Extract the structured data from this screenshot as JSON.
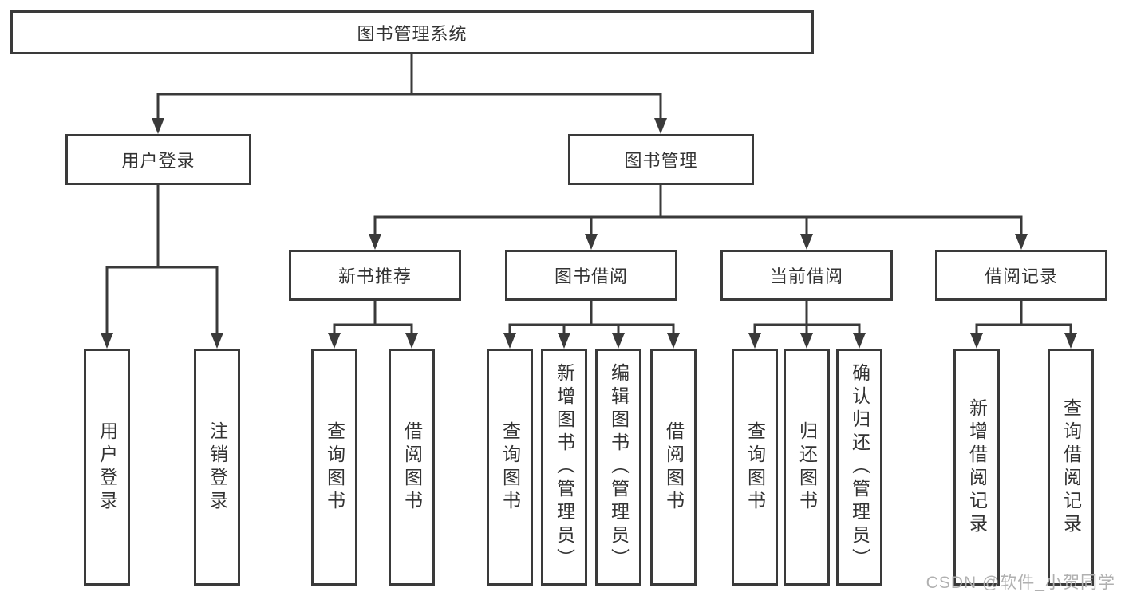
{
  "root": {
    "label": "图书管理系统"
  },
  "branches": [
    {
      "label": "用户登录"
    },
    {
      "label": "图书管理"
    }
  ],
  "sections": [
    {
      "label": "新书推荐"
    },
    {
      "label": "图书借阅"
    },
    {
      "label": "当前借阅"
    },
    {
      "label": "借阅记录"
    }
  ],
  "leaves": {
    "user": [
      {
        "label": "用户登录"
      },
      {
        "label": "注销登录"
      }
    ],
    "recommend": [
      {
        "label": "查询图书"
      },
      {
        "label": "借阅图书"
      }
    ],
    "borrow": [
      {
        "label": "查询图书"
      },
      {
        "label": "新增图书（管理员）"
      },
      {
        "label": "编辑图书（管理员）"
      },
      {
        "label": "借阅图书"
      }
    ],
    "current": [
      {
        "label": "查询图书"
      },
      {
        "label": "归还图书"
      },
      {
        "label": "确认归还（管理员）"
      }
    ],
    "records": [
      {
        "label": "新增借阅记录"
      },
      {
        "label": "查询借阅记录"
      }
    ]
  },
  "watermark": {
    "text": "CSDN @软件_小贺同学"
  },
  "colors": {
    "line": "#3a3a3a",
    "text": "#333333",
    "watermark": "#b0b0b0",
    "background": "#ffffff"
  }
}
